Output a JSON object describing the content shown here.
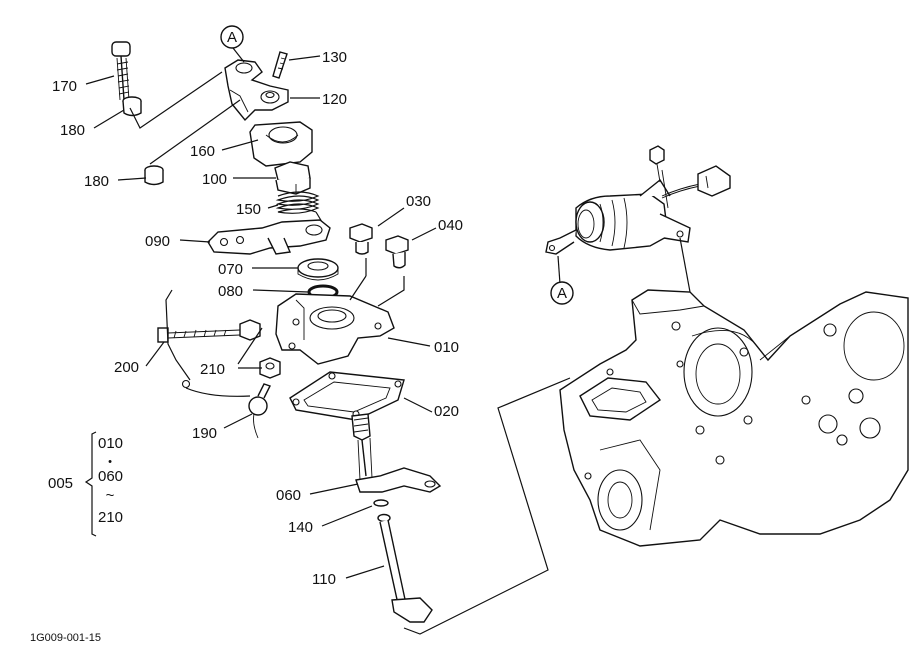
{
  "diagram_code": "1G009-001-15",
  "labels": {
    "p170": "170",
    "p180a": "180",
    "p180b": "180",
    "p130": "130",
    "p120": "120",
    "p160": "160",
    "p100": "100",
    "p150": "150",
    "p090": "090",
    "p030": "030",
    "p040": "040",
    "p070": "070",
    "p080": "080",
    "p010": "010",
    "p200": "200",
    "p210": "210",
    "p020": "020",
    "p190": "190",
    "p060": "060",
    "p140": "140",
    "p110": "110"
  },
  "reference_marker": "A",
  "assembly": {
    "code": "005",
    "lines": [
      "010",
      "•",
      "060",
      "~",
      "210"
    ]
  }
}
